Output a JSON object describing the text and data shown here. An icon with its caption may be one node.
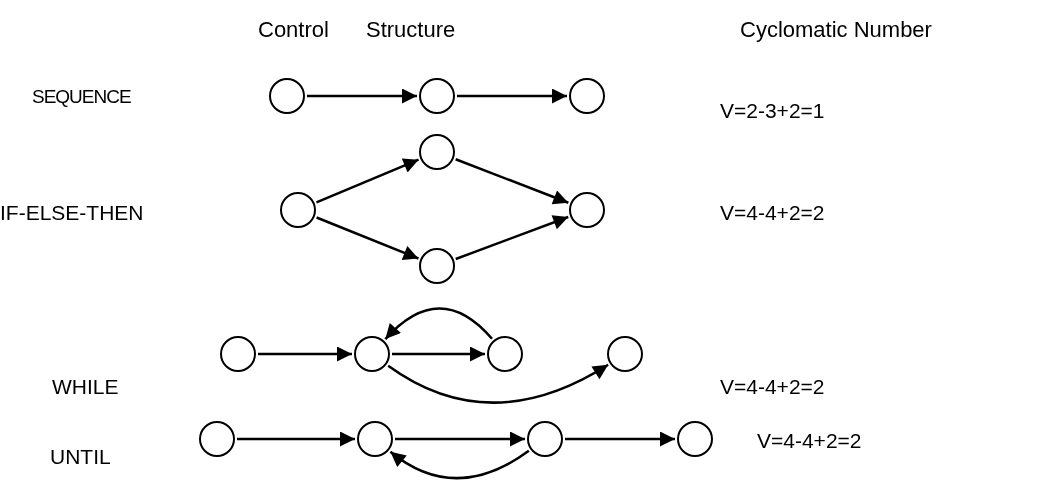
{
  "diagram": {
    "nodes": [
      {
        "text": [],
        "shape": "circle"
      },
      {
        "text": [],
        "shape": "circle"
      },
      {
        "text": [],
        "shape": "circle"
      },
      {
        "text": [],
        "shape": "circle"
      },
      {
        "text": [],
        "shape": "circle"
      },
      {
        "text": [],
        "shape": "circle"
      },
      {
        "text": [],
        "shape": "circle"
      },
      {
        "text": [],
        "shape": "circle"
      },
      {
        "text": [],
        "shape": "circle"
      },
      {
        "text": [],
        "shape": "circle"
      },
      {
        "text": [],
        "shape": "circle"
      },
      {
        "text": [],
        "shape": "circle"
      },
      {
        "text": [],
        "shape": "circle"
      },
      {
        "text": [],
        "shape": "circle"
      },
      {
        "text": [],
        "shape": "circle"
      }
    ],
    "edges": [
      {
        "from": 0,
        "to": 1,
        "arrow": "to"
      },
      {
        "from": 1,
        "to": 2,
        "arrow": "to"
      },
      {
        "from": 3,
        "to": 4,
        "arrow": "to"
      },
      {
        "from": 3,
        "to": 5,
        "arrow": "to"
      },
      {
        "from": 4,
        "to": 6,
        "arrow": "to"
      },
      {
        "from": 5,
        "to": 6,
        "arrow": "to"
      },
      {
        "from": 7,
        "to": 8,
        "arrow": "to"
      },
      {
        "from": 8,
        "to": 9,
        "arrow": "to"
      },
      {
        "from": 9,
        "to": 8,
        "arrow": "to"
      },
      {
        "from": 8,
        "to": 10,
        "arrow": "to"
      },
      {
        "from": 11,
        "to": 12,
        "arrow": "to"
      },
      {
        "from": 12,
        "to": 13,
        "arrow": "to"
      },
      {
        "from": 13,
        "to": 12,
        "arrow": "to"
      },
      {
        "from": 13,
        "to": 14,
        "arrow": "to"
      }
    ],
    "labels": [
      "Control",
      "Structure",
      "Cyclomatic Number",
      "SEQUENCE",
      "V=2-3+2=1",
      "IF-ELSE-THEN",
      "V=4-4+2=2",
      "WHILE",
      "V=4-4+2=2",
      "UNTIL",
      "V=4-4+2=2"
    ]
  }
}
